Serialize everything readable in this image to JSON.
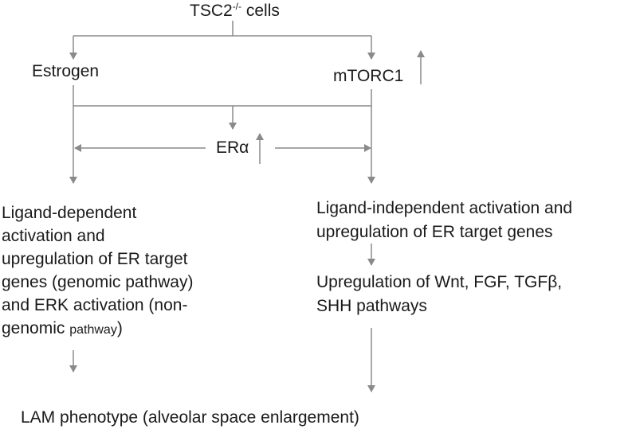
{
  "nodes": {
    "tsc2": {
      "label": "TSC2",
      "superscript": "-/-",
      "suffix": " cells"
    },
    "estrogen": {
      "label": "Estrogen"
    },
    "mtorc1": {
      "label": "mTORC1"
    },
    "era": {
      "label": "ERα"
    },
    "left_effect": {
      "lines": [
        "Ligand-dependent",
        "activation and",
        "upregulation of ER target",
        "genes (genomic pathway)",
        "and ERK activation (non-"
      ],
      "last_line_main": "genomic ",
      "last_line_small": "pathway",
      "last_line_end": ")"
    },
    "right_effect": {
      "lines": [
        "Ligand-independent activation and",
        "upregulation of ER target genes"
      ]
    },
    "right_pathways": {
      "lines": [
        "Upregulation of Wnt, FGF, TGFβ,",
        "SHH pathways"
      ]
    },
    "outcome": {
      "label": "LAM phenotype (alveolar space enlargement)"
    }
  },
  "colors": {
    "line": "#8a8a8a",
    "text": "#1a1a1a",
    "background": "#ffffff"
  }
}
